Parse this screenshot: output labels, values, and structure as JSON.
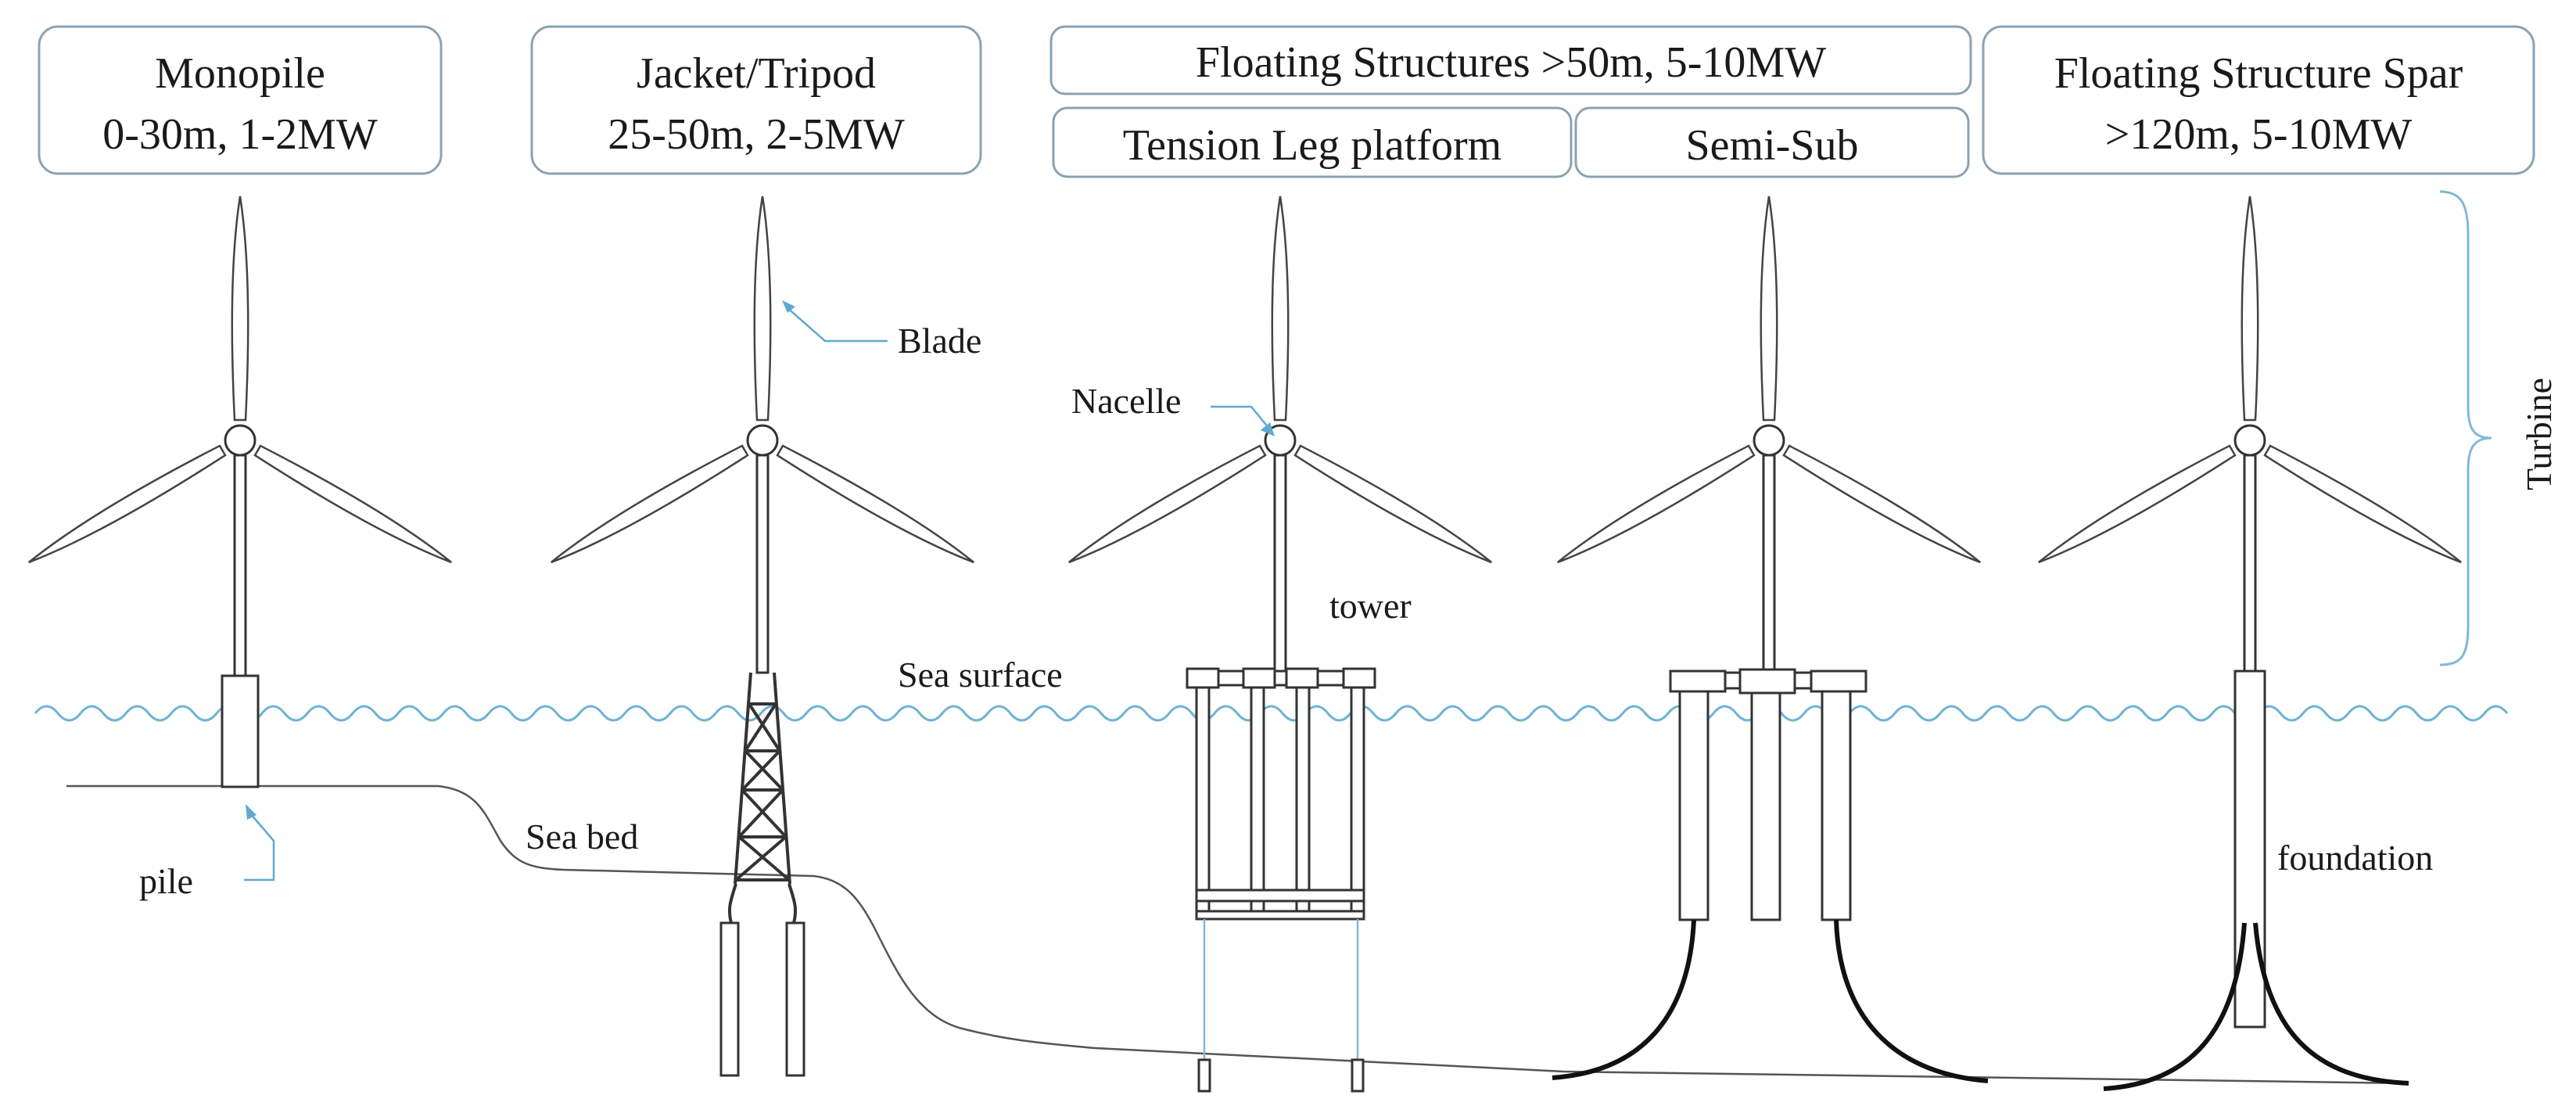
{
  "headers": {
    "monopile": {
      "line1": "Monopile",
      "line2": "0-30m, 1-2MW"
    },
    "jacket": {
      "line1": "Jacket/Tripod",
      "line2": "25-50m, 2-5MW"
    },
    "floating": {
      "title": "Floating Structures >50m, 5-10MW"
    },
    "tlp": {
      "title": "Tension Leg platform"
    },
    "semisub": {
      "title": "Semi-Sub"
    },
    "spar": {
      "line1": "Floating Structure Spar",
      "line2": ">120m, 5-10MW"
    }
  },
  "labels": {
    "blade": "Blade",
    "nacelle": "Nacelle",
    "tower": "tower",
    "sea_surface": "Sea surface",
    "sea_bed": "Sea bed",
    "pile": "pile",
    "foundation": "foundation",
    "turbine": "Turbine"
  },
  "colors": {
    "box_border": "#8aa3b3",
    "pointer": "#5fa9cf",
    "wave": "#6fb3d6",
    "line": "#333333",
    "thin_line": "#555555",
    "mooring_line": "#7fb8d9"
  },
  "icons": {
    "wave": "wavy-line",
    "pointer": "arrowhead",
    "bracket": "curly-brace"
  }
}
